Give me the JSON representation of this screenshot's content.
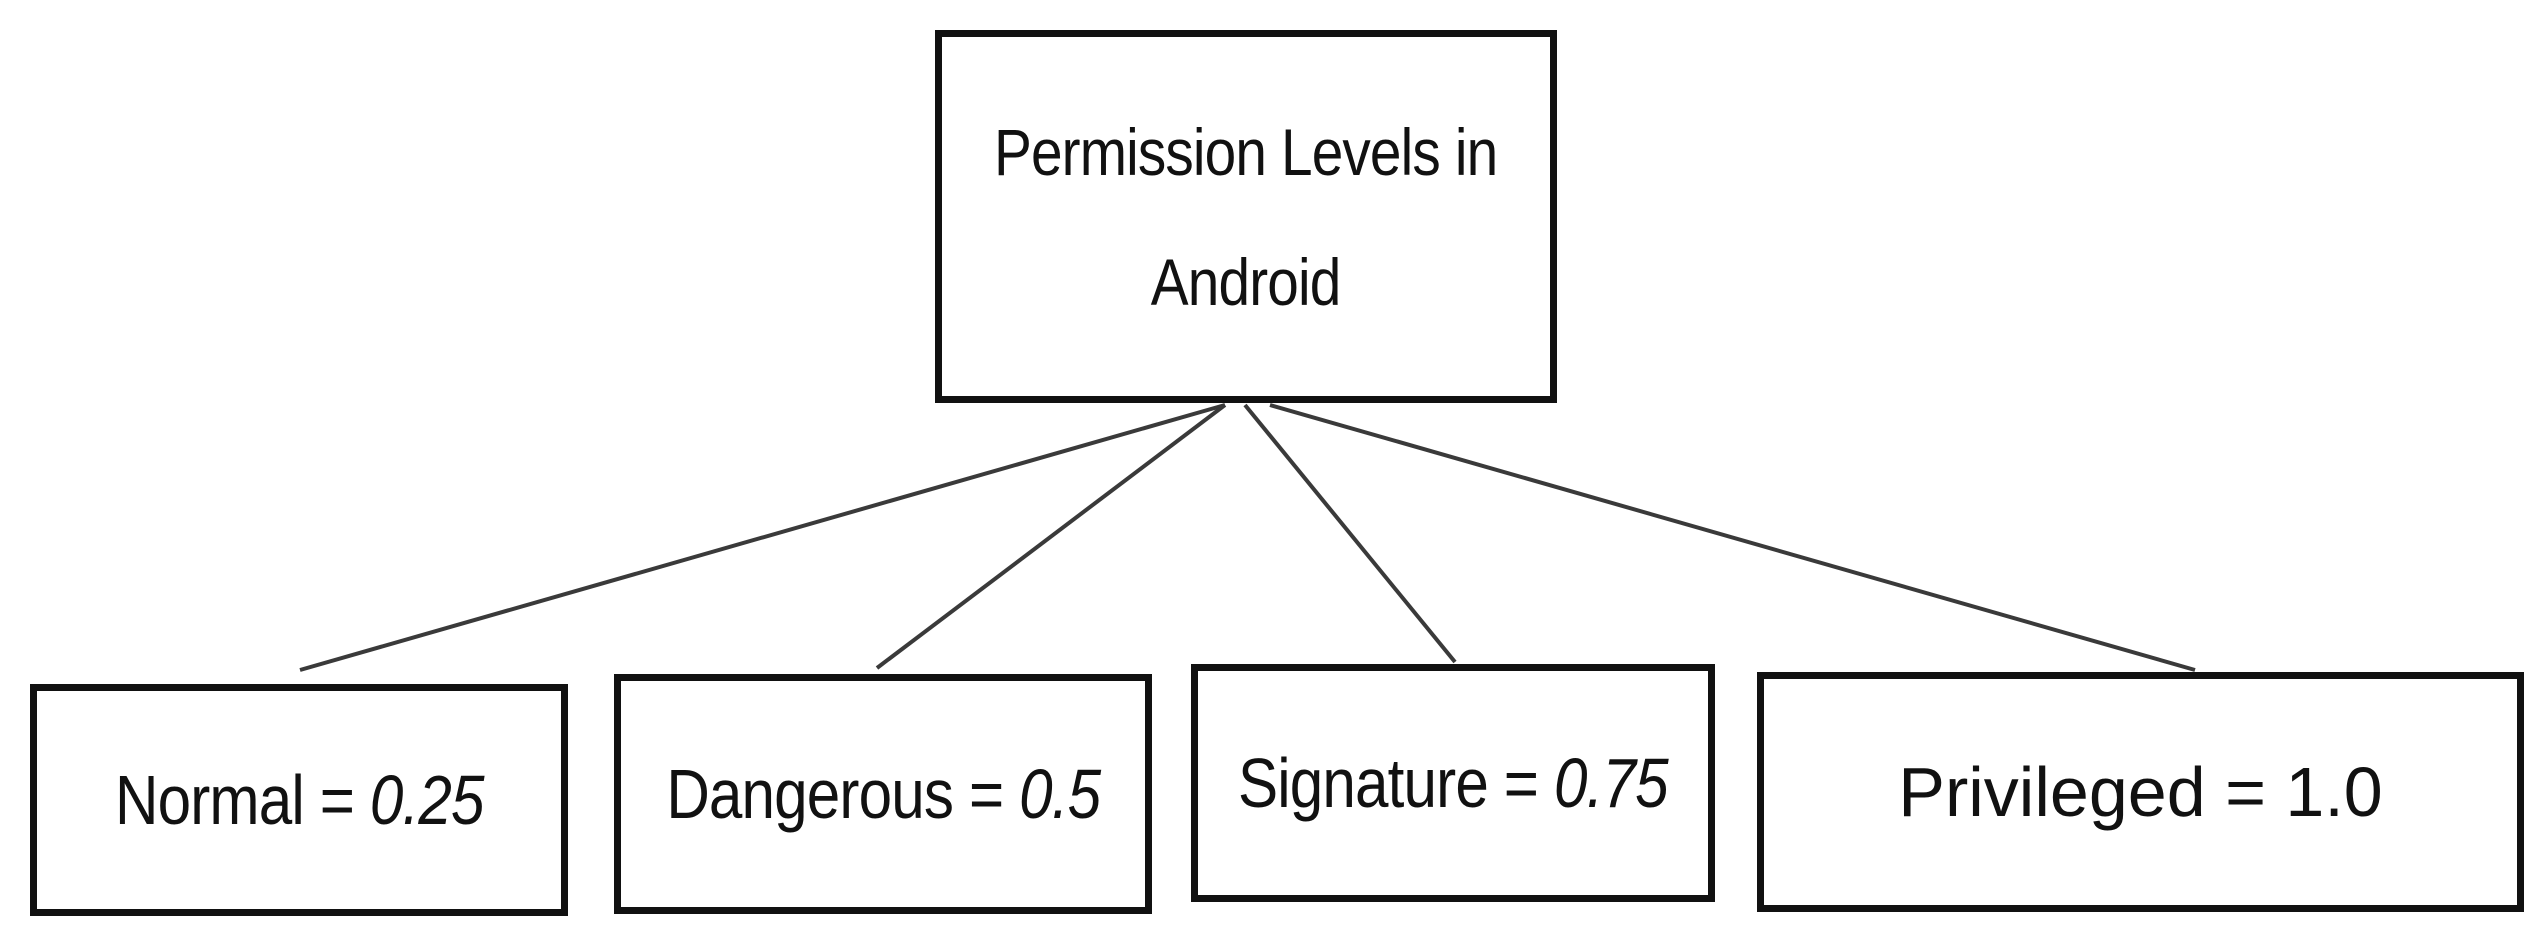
{
  "diagram": {
    "root": {
      "line1": "Permission Levels in",
      "line2": "Android"
    },
    "children": [
      {
        "label": "Normal",
        "eq": " = ",
        "value": "0.25",
        "value_italic": true
      },
      {
        "label": "Dangerous",
        "eq": " = ",
        "value": "0.5",
        "value_italic": true
      },
      {
        "label": "Signature",
        "eq": " = ",
        "value": "0.75",
        "value_italic": true
      },
      {
        "label": "Privileged",
        "eq": " = ",
        "value": "1.0",
        "value_italic": false
      }
    ]
  }
}
